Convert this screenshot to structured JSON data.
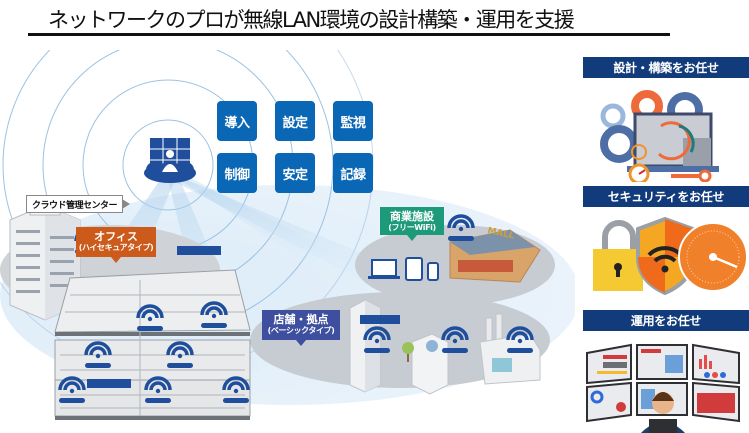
{
  "header": {
    "title": "ネットワークのプロが無線LAN環境の設計構築・運用を支援"
  },
  "diagram": {
    "cloud_center_label": "クラウド管理センター",
    "functions": [
      "導入",
      "設定",
      "監視",
      "制御",
      "安定",
      "記録"
    ],
    "sites": {
      "office": {
        "title": "オフィス",
        "subtitle": "(ハイセキュアタイプ)",
        "color": "#cc5a1a"
      },
      "store": {
        "title": "店舗・拠点",
        "subtitle": "(ベーシックタイプ)",
        "color": "#3d4f9e"
      },
      "mall": {
        "title": "商業施設",
        "subtitle": "(フリーWiFi)",
        "color": "#1c9a7a",
        "sign": "MALL"
      }
    },
    "icons": [
      "cloud-operator-icon",
      "wifi-icon",
      "router-icon",
      "office-building-icon",
      "floor-plan-icon",
      "laptop-icon",
      "tablet-icon",
      "smartphone-icon",
      "mall-icon",
      "store-building-icon",
      "factory-icon"
    ]
  },
  "services": [
    {
      "label": "設計・構築をお任せ",
      "icon": "gear-laptop-icon"
    },
    {
      "label": "セキュリティをお任せ",
      "icon": "lock-shield-gauge-icon"
    },
    {
      "label": "運用をお任せ",
      "icon": "monitoring-operator-icon"
    }
  ],
  "colors": {
    "function_tile": "#0a67b5",
    "service_header": "#113b7a",
    "accent_blue": "#1f4e9c"
  }
}
